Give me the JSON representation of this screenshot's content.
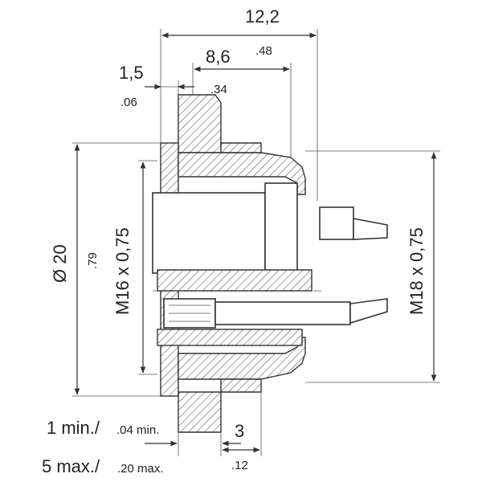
{
  "dimensions": {
    "overall_length": "12,2",
    "overall_length_inch": ".48",
    "mid_length": "8,6",
    "mid_length_inch": ".34",
    "flange_thickness": "1,5",
    "flange_thickness_inch": ".06",
    "outer_diameter": "Ø 20",
    "outer_diameter_inch": ".79",
    "inner_thread": "M16 x 0,75",
    "outer_thread": "M18 x 0,75",
    "panel_min": "1 min./",
    "panel_min_inch": ".04 min.",
    "panel_max": "5 max./",
    "panel_max_inch": ".20 max.",
    "pin_length": "3",
    "pin_length_inch": ".12"
  },
  "colors": {
    "line": "#333333",
    "background": "#ffffff"
  }
}
